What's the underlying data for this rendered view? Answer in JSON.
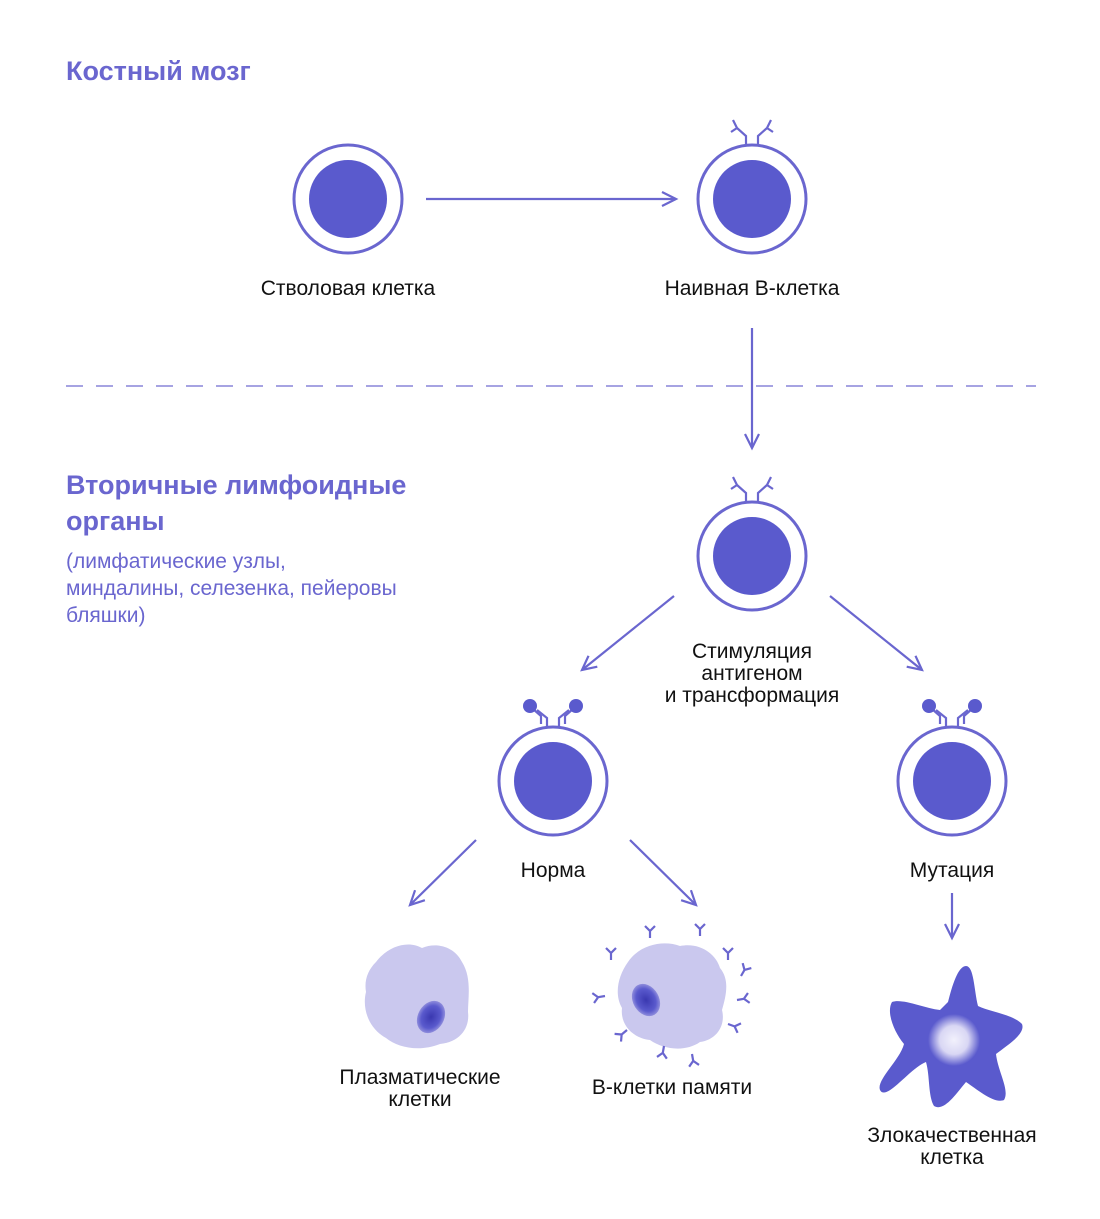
{
  "sections": {
    "bone_marrow": "Костный мозг",
    "secondary_title_line1": "Вторичные лимфоидные",
    "secondary_title_line2": "органы",
    "secondary_note_line1": "(лимфатические узлы,",
    "secondary_note_line2": "миндалины, селезенка, пейеровы",
    "secondary_note_line3": "бляшки)"
  },
  "labels": {
    "stem_cell": "Стволовая клетка",
    "naive_b_cell": "Наивная В-клетка",
    "stimulation_line1": "Стимуляция",
    "stimulation_line2": "антигеном",
    "stimulation_line3": "и трансформация",
    "normal": "Норма",
    "mutation": "Мутация",
    "plasma_line1": "Плазматические",
    "plasma_line2": "клетки",
    "memory": "В-клетки памяти",
    "malignant_line1": "Злокачественная",
    "malignant_line2": "клетка"
  },
  "colors": {
    "accent": "#6a66cf",
    "nucleus": "#5a5acd",
    "light_cell": "#cac8ee",
    "text": "#111111"
  }
}
